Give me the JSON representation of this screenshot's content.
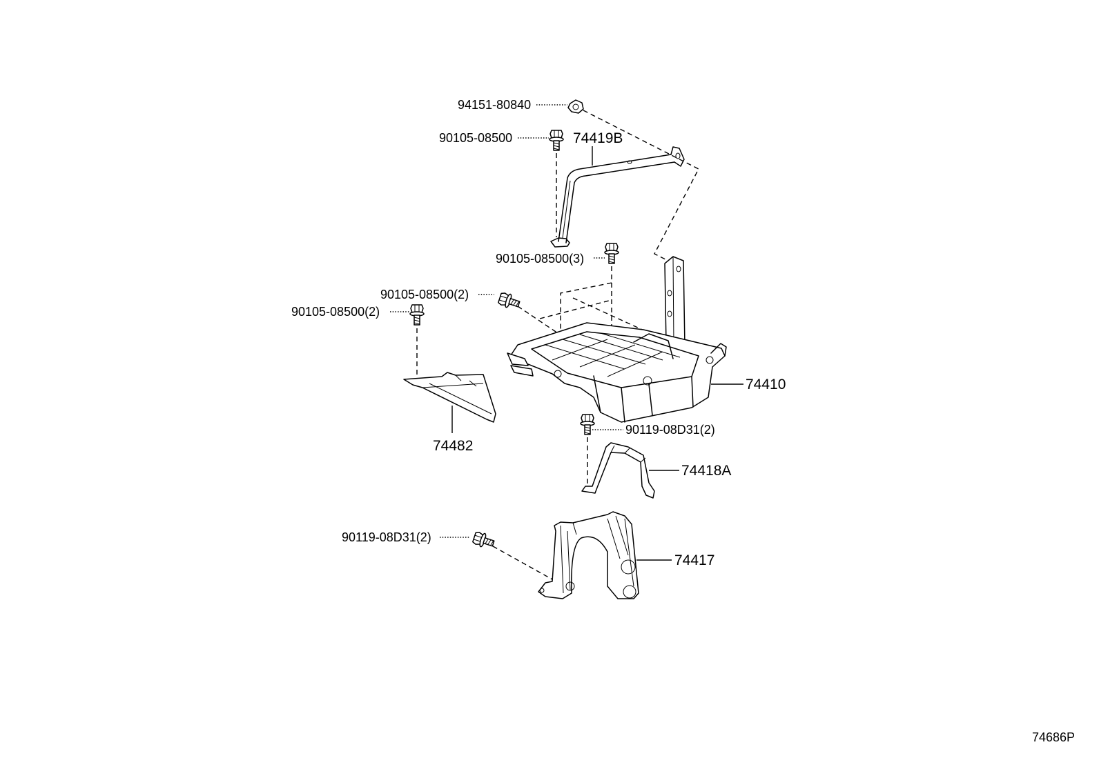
{
  "labels": {
    "nut_94151": "94151-80840",
    "bolt_top": "90105-08500",
    "strap": "74419B",
    "bolt_3": "90105-08500(3)",
    "bolt_2_upper": "90105-08500(2)",
    "bolt_2_left": "90105-08500(2)",
    "tray": "74410",
    "bolt_90119_right": "90119-08D31(2)",
    "bracket_74482": "74482",
    "bracket_74418A": "74418A",
    "bolt_90119_left": "90119-08D31(2)",
    "bracket_74417": "74417",
    "diagram_code": "74686P"
  },
  "colors": {
    "ink": "#000000",
    "background": "#ffffff"
  }
}
